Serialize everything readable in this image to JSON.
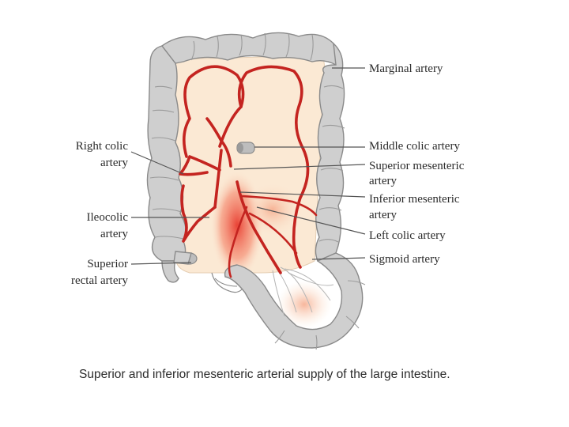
{
  "labels": {
    "marginal_artery": "Marginal artery",
    "middle_colic_artery": "Middle colic artery",
    "superior_mesenteric_artery_l1": "Superior mesenteric",
    "superior_mesenteric_artery_l2": "artery",
    "inferior_mesenteric_artery_l1": "Inferior mesenteric",
    "inferior_mesenteric_artery_l2": "artery",
    "left_colic_artery": "Left colic artery",
    "sigmoid_artery": "Sigmoid artery",
    "right_colic_artery_l1": "Right colic",
    "right_colic_artery_l2": "artery",
    "ileocolic_artery_l1": "Ileocolic",
    "ileocolic_artery_l2": "artery",
    "superior_rectal_artery_l1": "Superior",
    "superior_rectal_artery_l2": "rectal artery"
  },
  "caption": "Superior and inferior mesenteric arterial supply of the large intestine.",
  "colors": {
    "artery": "#c42420",
    "mesentery": "#fbe9d4",
    "colon": "#cfcfcf"
  }
}
